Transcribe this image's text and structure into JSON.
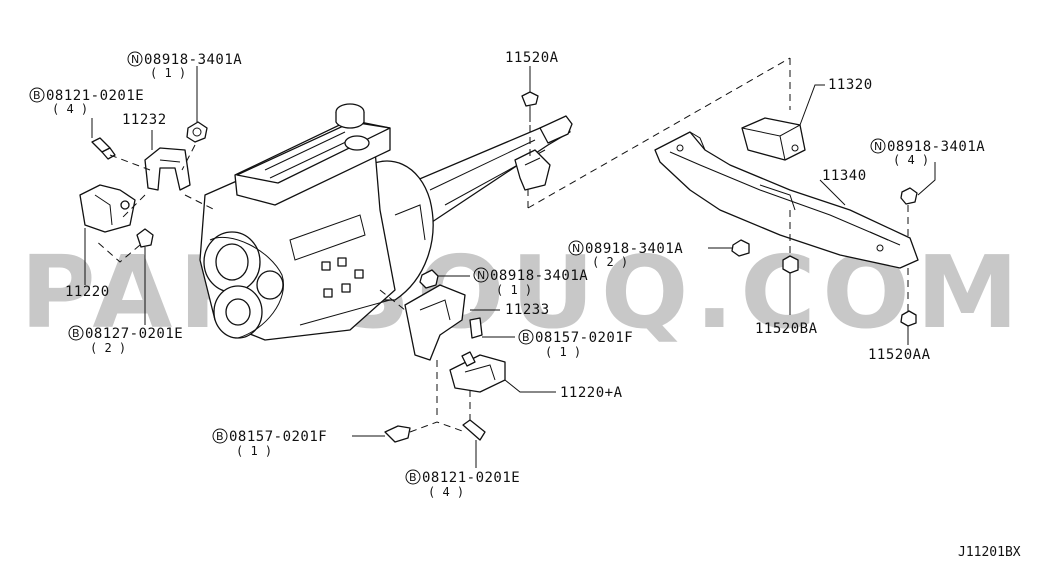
{
  "watermark": "PARTSOUQ.COM",
  "diagram_code": "J11201BX",
  "callouts": {
    "n_top": {
      "prefix": "N",
      "part": "08918-3401A",
      "qty": "( 1 )"
    },
    "b_left": {
      "prefix": "B",
      "part": "08121-0201E",
      "qty": "( 4 )"
    },
    "p11232": {
      "part": "11232"
    },
    "p11220": {
      "part": "11220"
    },
    "b_mid_left": {
      "prefix": "B",
      "part": "08127-0201E",
      "qty": "( 2 )"
    },
    "p11520A": {
      "part": "11520A"
    },
    "n_center": {
      "prefix": "N",
      "part": "08918-3401A",
      "qty": "( 1 )"
    },
    "p11233": {
      "part": "11233"
    },
    "b_center": {
      "prefix": "B",
      "part": "08157-0201F",
      "qty": "( 1 )"
    },
    "p11220A": {
      "part": "11220+A"
    },
    "b_bottom_left": {
      "prefix": "B",
      "part": "08157-0201F",
      "qty": "( 1 )"
    },
    "b_bottom": {
      "prefix": "B",
      "part": "08121-0201E",
      "qty": "( 4 )"
    },
    "p11320": {
      "part": "11320"
    },
    "n_right": {
      "prefix": "N",
      "part": "08918-3401A",
      "qty": "( 4 )"
    },
    "p11340": {
      "part": "11340"
    },
    "n_right_mid": {
      "prefix": "N",
      "part": "08918-3401A",
      "qty": "( 2 )"
    },
    "p11520BA": {
      "part": "11520BA"
    },
    "p11520AA": {
      "part": "11520AA"
    }
  }
}
